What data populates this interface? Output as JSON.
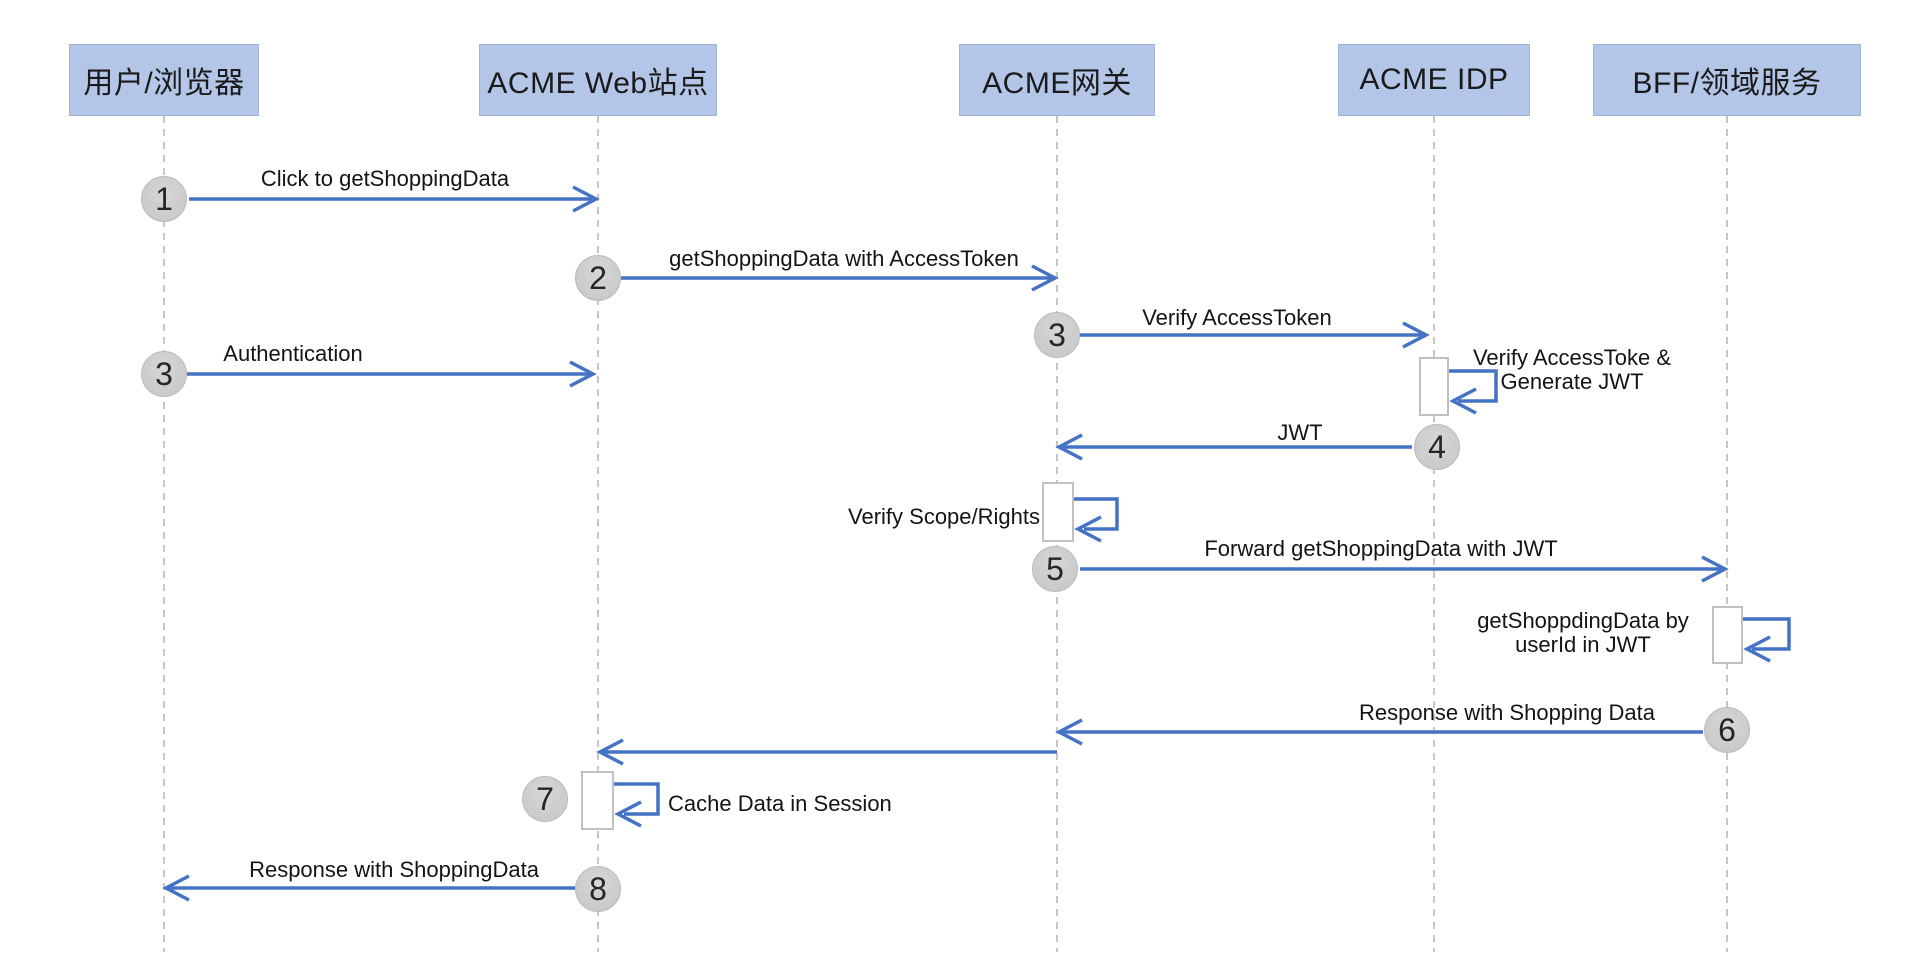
{
  "diagram": {
    "type": "sequence-diagram",
    "actors": [
      {
        "label": "用户/浏览器"
      },
      {
        "label": "ACME Web站点"
      },
      {
        "label": "ACME网关"
      },
      {
        "label": "ACME IDP"
      },
      {
        "label": "BFF/领域服务"
      }
    ],
    "step_numbers": [
      "1",
      "2",
      "3",
      "3",
      "4",
      "5",
      "6",
      "7",
      "8"
    ],
    "messages": {
      "click_get_shopping": "Click to getShoppingData",
      "get_shopping_with_token": "getShoppingData with AccessToken",
      "verify_access_token": "Verify AccessToken",
      "verify_generate_line1": "Verify AccessToke &",
      "verify_generate_line2": "Generate JWT",
      "authentication": "Authentication",
      "jwt": "JWT",
      "verify_scope": "Verify Scope/Rights",
      "forward_get_shopping": "Forward getShoppingData with JWT",
      "get_by_userid_line1": "getShoppdingData by",
      "get_by_userid_line2": "userId in JWT",
      "response_shopping": "Response with Shopping Data",
      "cache_session": "Cache Data in Session",
      "response_final": "Response with ShoppingData"
    },
    "colors": {
      "actor_fill": "#b3c6e7",
      "actor_border": "#9fb4d9",
      "arrow_blue": "#4472c4",
      "circle_fill": "#cbcbcb",
      "lifeline_gray": "#c6c6c6",
      "activation_border": "#c0c0c0",
      "text": "#141414"
    }
  }
}
